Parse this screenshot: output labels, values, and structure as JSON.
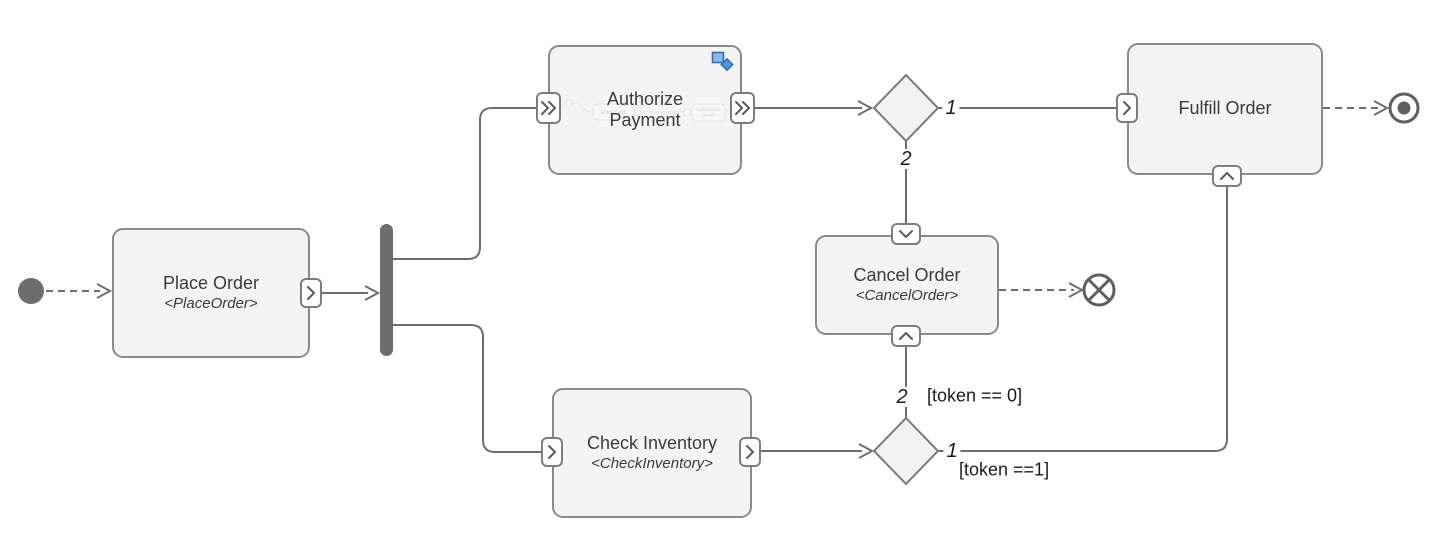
{
  "nodes": {
    "place_order": {
      "label": "Place Order",
      "stereotype": "<PlaceOrder>"
    },
    "authorize_payment": {
      "label": "Authorize Payment",
      "stereotype": ""
    },
    "check_inventory": {
      "label": "Check Inventory",
      "stereotype": "<CheckInventory>"
    },
    "cancel_order": {
      "label": "Cancel Order",
      "stereotype": "<CancelOrder>"
    },
    "fulfill_order": {
      "label": "Fulfill Order",
      "stereotype": ""
    }
  },
  "subprocess_preview": {
    "step1": "Enter Card",
    "step2_line1": "Authenticate",
    "step2_line2": "Details"
  },
  "edge_labels": {
    "d1_out1": "1",
    "d1_out2": "2",
    "d2_out1": "1",
    "d2_out2": "2",
    "guard_token_zero": "[token == 0]",
    "guard_token_one": "[token ==1]"
  },
  "colors": {
    "node_fill": "#f4f4f4",
    "node_border": "#8a8a8a",
    "wire": "#6e6e6e",
    "fork_fill": "#6d6d6d",
    "text": "#3a3a3a",
    "subprocess_icon_blue": "#5596d8"
  }
}
